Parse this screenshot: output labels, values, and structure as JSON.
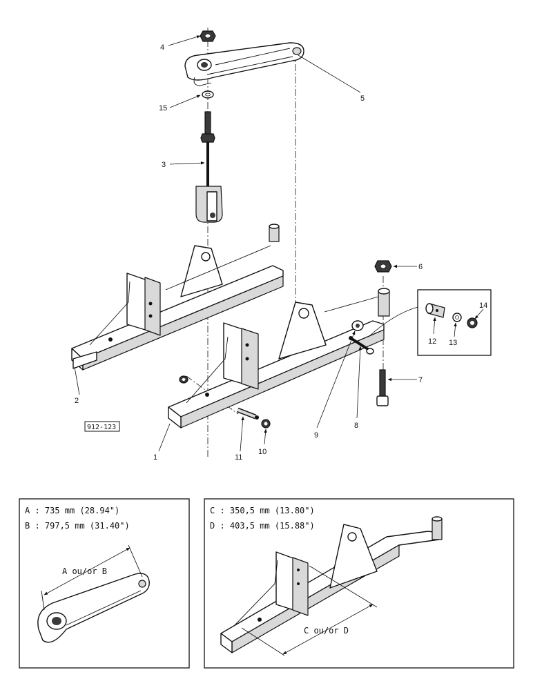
{
  "callouts": [
    {
      "id": "1",
      "label": "1"
    },
    {
      "id": "2",
      "label": "2"
    },
    {
      "id": "3",
      "label": "3"
    },
    {
      "id": "4",
      "label": "4"
    },
    {
      "id": "5",
      "label": "5"
    },
    {
      "id": "6",
      "label": "6"
    },
    {
      "id": "7",
      "label": "7"
    },
    {
      "id": "8",
      "label": "8"
    },
    {
      "id": "9",
      "label": "9"
    },
    {
      "id": "10",
      "label": "10"
    },
    {
      "id": "11",
      "label": "11"
    },
    {
      "id": "12",
      "label": "12"
    },
    {
      "id": "13",
      "label": "13"
    },
    {
      "id": "14",
      "label": "14"
    },
    {
      "id": "15",
      "label": "15"
    }
  ],
  "reference_code": "912-123",
  "left_panel": {
    "spec_a": "A : 735 mm (28.94\")",
    "spec_b": "B : 797,5 mm (31.40\")",
    "dimension_label": "A  ou/or  B"
  },
  "right_panel": {
    "spec_c": "C : 350,5 mm (13.80\")",
    "spec_d": "D : 403,5 mm (15.88\")",
    "dimension_label": "C  ou/or  D"
  }
}
